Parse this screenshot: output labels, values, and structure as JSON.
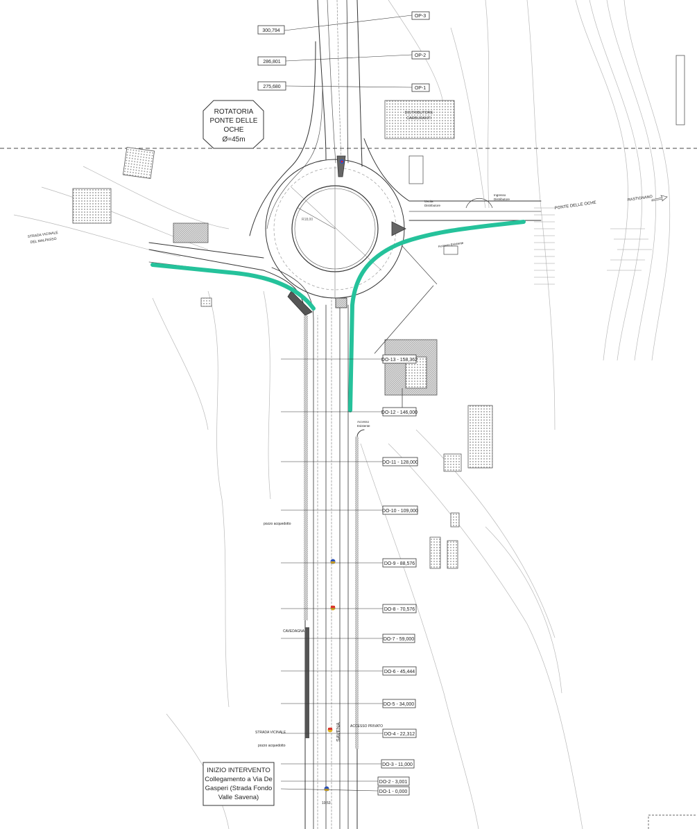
{
  "title_box": {
    "line1": "ROTATORIA",
    "line2": "PONTE DELLE",
    "line3": "OCHE",
    "line4": "Ø=45m"
  },
  "start_box": {
    "line1": "INIZIO INTERVENTO",
    "line2": "Collegamento a Via De",
    "line3": "Gasperi (Strada Fondo",
    "line4": "Valle Savena)"
  },
  "fuel_station": {
    "line1": "DISTRIBUTORE",
    "line2": "CARBURANTI"
  },
  "upper_chainage": [
    {
      "value": "300,794",
      "tag": "OP-3"
    },
    {
      "value": "286,801",
      "tag": "OP-2"
    },
    {
      "value": "275,680",
      "tag": "OP-1"
    }
  ],
  "chainage_labels": [
    "DO-13 - 158,362",
    "DO-12 - 146,000",
    "DO-11 - 128,000",
    "DO-10 - 109,000",
    "DO-9 - 88,576",
    "DO-8 - 70,576",
    "DO-7 - 59,000",
    "DO-6 - 45,444",
    "DO-5 - 34,000",
    "DO-4 - 22,312",
    "DO-3 - 11,000",
    "DO-2 - 3,001",
    "DO-1 - 0,000"
  ],
  "map_labels": {
    "strada_vicinale": "STRADA VICINALE\nDEL MALPASSO",
    "ponte_oche": "PONTE DELLE OCHE",
    "rastignano": "RASTIGNANO",
    "ingresso": "Ingresso\nDistributore",
    "uscita": "Uscita\nDistributore",
    "accesso_esistente_top": "Accesso Esistente",
    "accesso_esistente": "Accesso\nEsistente",
    "cavedagna": "CAVEDAGNA",
    "accesso_privato": "ACCESSO PRIVATO",
    "strada_vicinale_2": "STRADA VICINALE",
    "pozzo": "pozzo acquedotto",
    "savena": "SAVENA",
    "radius": "R18,00",
    "dim_1": "10,53"
  },
  "colors": {
    "cycle_path": "#25c29b",
    "road_line": "#333333",
    "grey_line": "#9a9a9a"
  }
}
